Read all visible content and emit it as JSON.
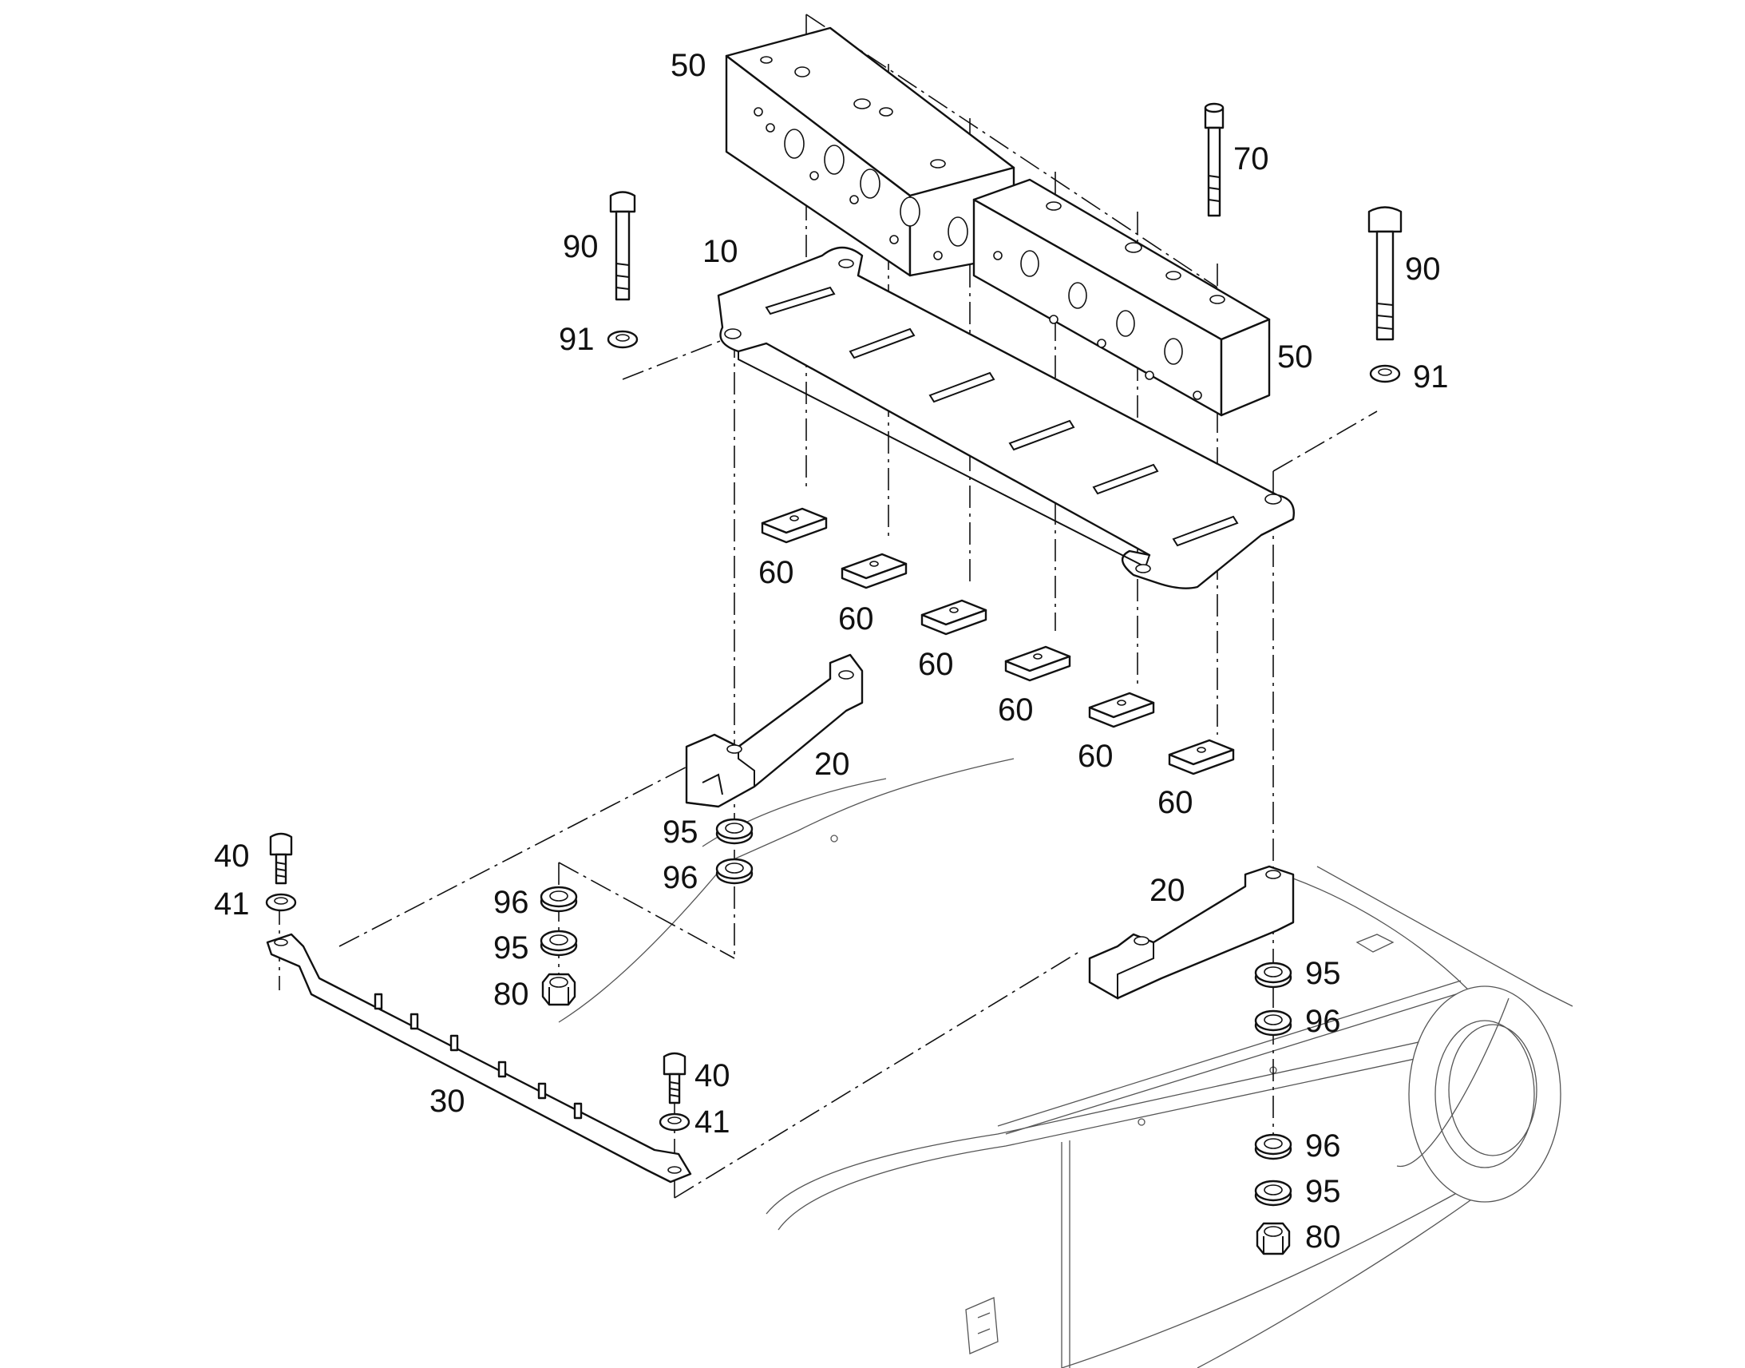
{
  "diagram": {
    "callouts": {
      "valve_block_upper": "50",
      "valve_block_lower": "50",
      "cap_screw": "70",
      "mounting_plate": "10",
      "bolt_left": "90",
      "bolt_right": "90",
      "washer_left": "91",
      "washer_right": "91",
      "spacer_1": "60",
      "spacer_2": "60",
      "spacer_3": "60",
      "spacer_4": "60",
      "spacer_5": "60",
      "spacer_6": "60",
      "bracket_left": "20",
      "bracket_right": "20",
      "bush_95_a": "95",
      "bush_96_a": "96",
      "bush_96_b": "96",
      "bush_95_b": "95",
      "nut_80_a": "80",
      "bolt_40_a": "40",
      "washer_41_a": "41",
      "bolt_40_b": "40",
      "washer_41_b": "41",
      "support_bar": "30",
      "bush_95_c": "95",
      "bush_96_c": "96",
      "bush_96_d": "96",
      "bush_95_d": "95",
      "nut_80_b": "80"
    }
  }
}
